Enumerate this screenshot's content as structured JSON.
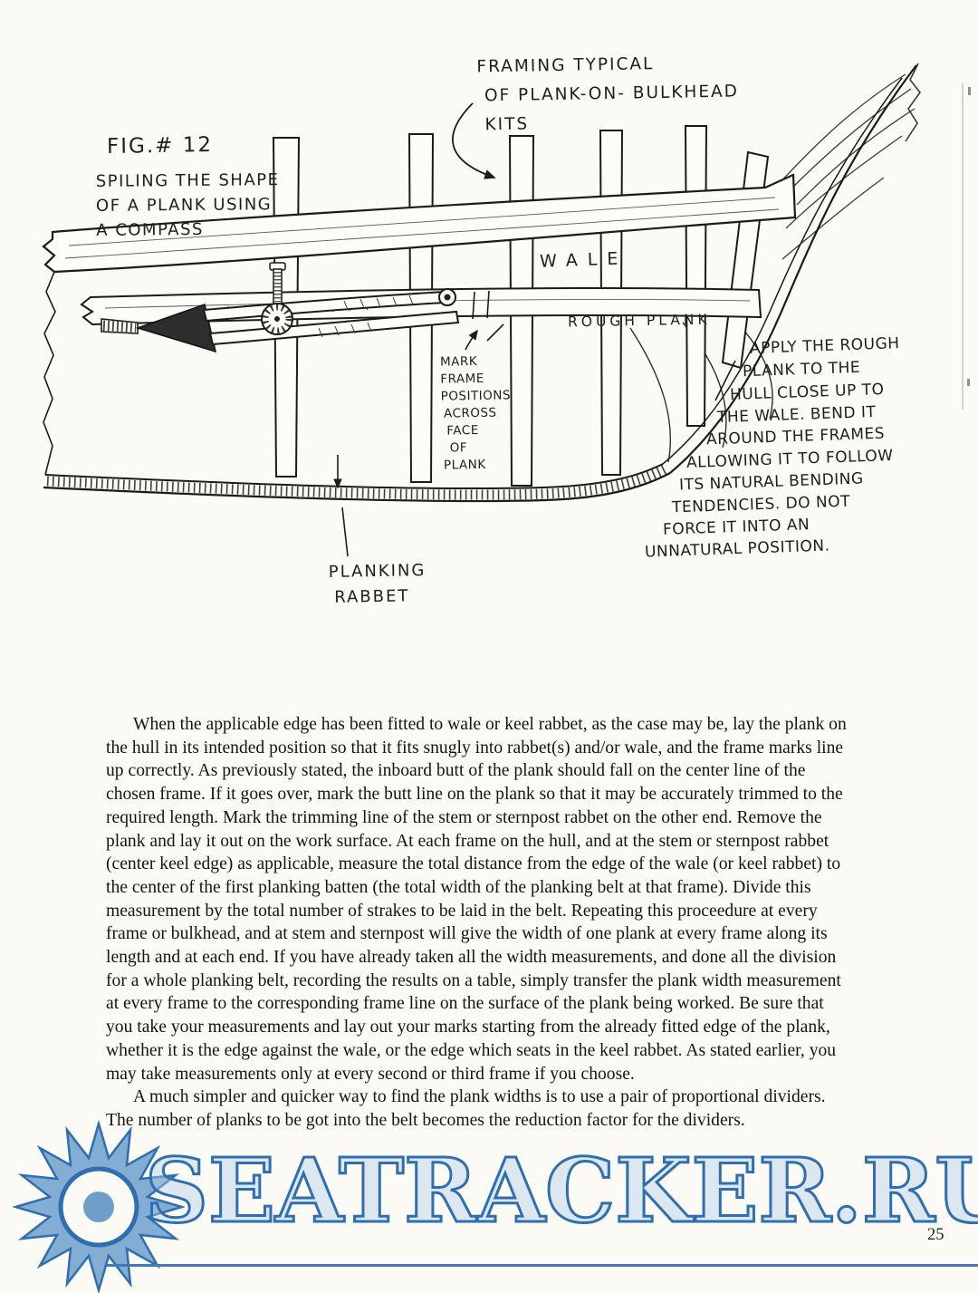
{
  "figure": {
    "fig_label": "FIG.# 12",
    "fig_caption_lines": [
      "SPILING THE SHAPE",
      "OF A PLANK  USING",
      "A COMPASS"
    ],
    "framing_note_lines": [
      "FRAMING  TYPICAL",
      "OF PLANK-ON- BULKHEAD",
      "KITS"
    ],
    "wale_label": "WALE",
    "rough_plank_label": "ROUGH  PLANK",
    "mark_note_lines": [
      "MARK",
      "FRAME",
      "POSITIONS",
      "ACROSS",
      "FACE",
      "OF",
      "PLANK"
    ],
    "apply_note_lines": [
      "APPLY THE ROUGH",
      "PLANK TO THE",
      "HULL CLOSE UP TO",
      "THE WALE. BEND IT",
      "AROUND THE FRAMES",
      "ALLOWING IT TO FOLLOW",
      "ITS NATURAL BENDING",
      "TENDENCIES. DO NOT",
      "FORCE IT INTO AN",
      "UNNATURAL POSITION."
    ],
    "planking_rabbet_lines": [
      "PLANKING",
      "RABBET"
    ]
  },
  "body": {
    "paragraph1": "When the applicable edge has been fitted to wale or keel rabbet, as the case may be, lay the plank on the hull in its intended position so that it fits snugly into rabbet(s) and/or wale, and the frame marks line up correctly.  As previously stated, the inboard butt of the plank should fall on the center line of the chosen frame. If it goes over, mark the butt line on the plank so that it may be accurately trimmed to the required length.  Mark the trimming line of the stem or sternpost rabbet on the other end. Remove the plank and lay it out on the work surface. At each frame on the hull, and at the stem or sternpost rabbet (center keel edge) as applicable, measure the total distance from the edge of the wale (or keel rabbet) to the center of the first planking batten (the total width of the planking belt at that frame). Divide this measurement by the total number of strakes to be laid in the belt. Repeating this proceedure at every frame or bulkhead, and at stem and sternpost will give the width of one plank at every frame along its length and at each end. If you have already taken all the width measurements, and done all the division for a whole planking belt, recording the results on a table, simply transfer the  plank width measurement at every frame to the corresponding frame line on the surface of the plank being worked. Be sure that you take your measurements and lay out your marks starting from the already fitted edge of the plank, whether it is the edge against the wale, or the edge which seats in the keel rabbet. As stated earlier, you may take measurements only at every second or third frame if you choose.",
    "paragraph2": "A much simpler and quicker way to find the plank widths is to use a pair of proportional dividers. The number of planks to be got into the belt becomes the reduction factor for the dividers."
  },
  "watermark": {
    "text": "SEATRACKER.RU",
    "color": "#2f6fae"
  },
  "page": {
    "number": "25"
  }
}
